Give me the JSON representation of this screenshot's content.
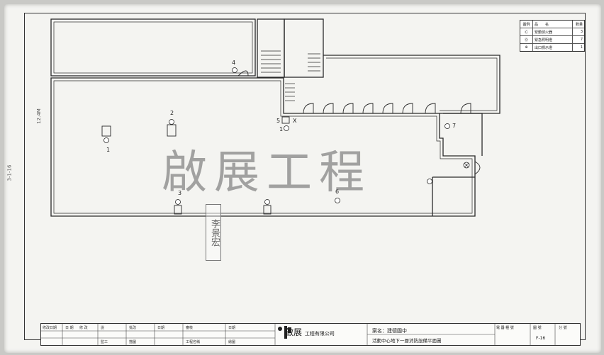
{
  "legend": {
    "header": {
      "col1": "圖例",
      "col2": "品　　名",
      "col3": "數量"
    },
    "rows": [
      {
        "symbol": "Ⓒ",
        "name": "緊動偵火器",
        "qty": "3"
      },
      {
        "symbol": "Ⓓ",
        "name": "緊急照明燈",
        "qty": "7"
      },
      {
        "symbol": "⊕",
        "name": "出口標示燈",
        "qty": "1"
      }
    ]
  },
  "watermark": "啟展工程",
  "plan_labels": {
    "n1a": "1",
    "n1b": "1",
    "n2": "2",
    "n3": "3",
    "n4": "4",
    "n5": "5",
    "n6": "6",
    "n7": "7",
    "x": "X"
  },
  "dimensions": {
    "left": "12.4M",
    "side": "3-1-16"
  },
  "stamp": "李景宏",
  "title_block": {
    "company": "啟展",
    "company_suffix": "工程有限公司",
    "project": "案名：建德國中",
    "drawing_title": "活動中心地下一層消防設備平面圖",
    "drawing_no": "F-16",
    "col_heads": [
      "電 器 種 號",
      "圖 號",
      "分 號"
    ],
    "left_cells": [
      "修改日期",
      "日 期",
      "修 改",
      "說",
      "批改",
      "日期",
      "審核",
      "日期",
      "監工",
      "工程名稱",
      "繪圖",
      "描圖"
    ]
  }
}
